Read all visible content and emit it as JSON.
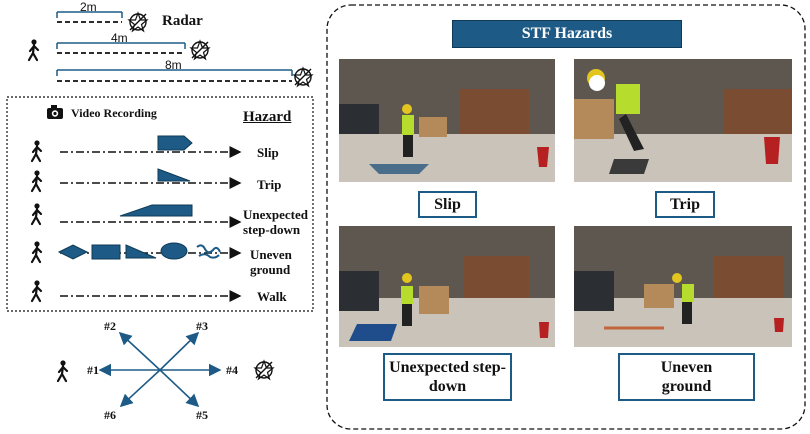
{
  "radar": {
    "label": "Radar",
    "distances": [
      "2m",
      "4m",
      "8m"
    ]
  },
  "video_recording": {
    "label": "Video Recording"
  },
  "hazard_column_title": "Hazard",
  "hazards": [
    "Slip",
    "Trip",
    "Unexpected step-down",
    "Uneven ground",
    "Walk"
  ],
  "hazard_lines": [
    "Unexpected",
    "step-down",
    "Uneven",
    "ground"
  ],
  "directions": [
    "#1",
    "#2",
    "#3",
    "#4",
    "#5",
    "#6"
  ],
  "stf_panel": {
    "title": "STF Hazards",
    "captions": {
      "slip": "Slip",
      "trip": "Trip",
      "stepdown_line1": "Unexpected step-",
      "stepdown_line2": "down",
      "uneven_line1": "Uneven",
      "uneven_line2": "ground"
    }
  },
  "colors": {
    "accent": "#1d5b86",
    "line": "#1d5b86"
  },
  "icons": [
    "walking-person-icon",
    "radar-icon",
    "camera-icon"
  ]
}
